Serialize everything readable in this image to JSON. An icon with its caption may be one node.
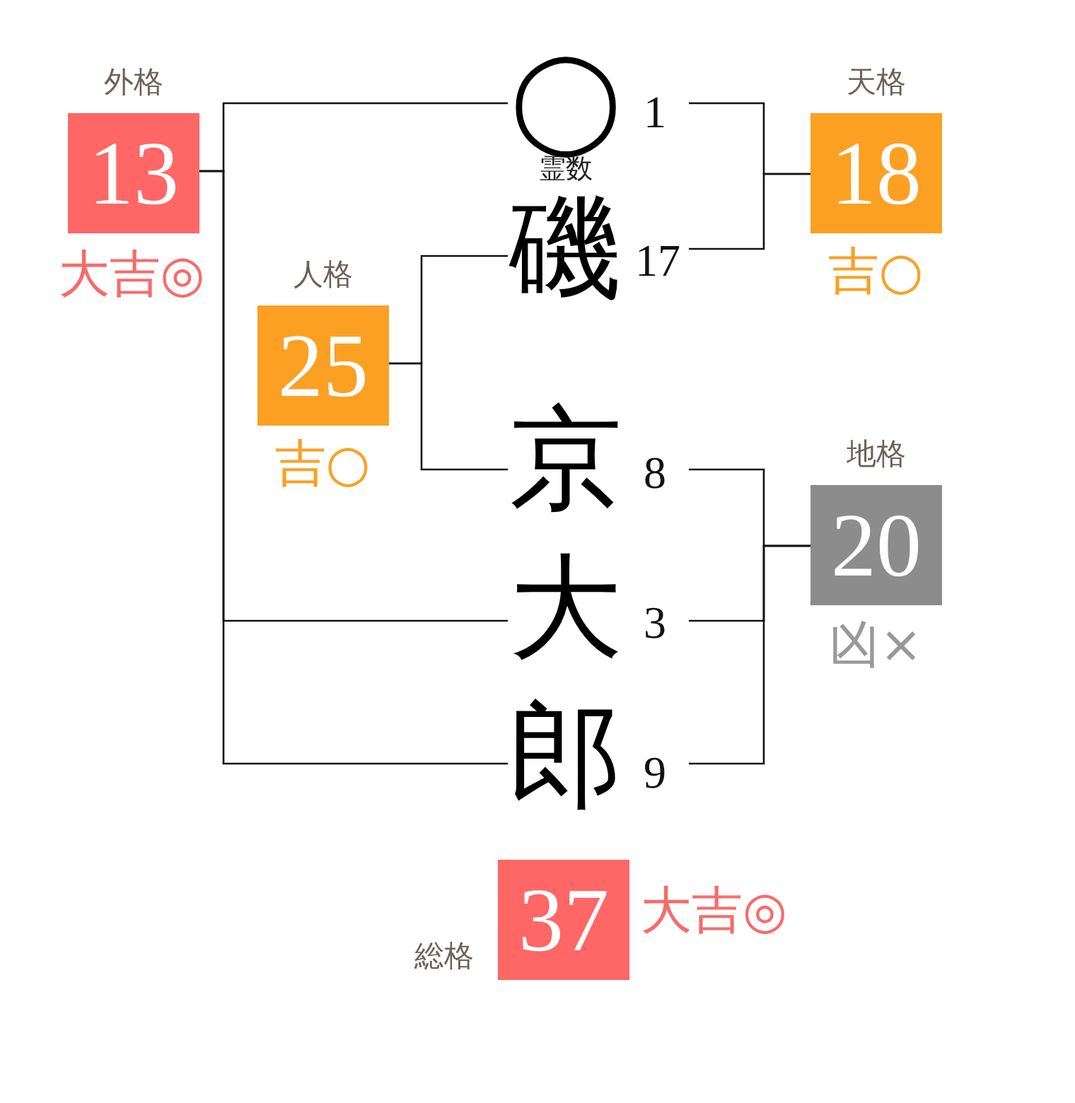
{
  "diagram": {
    "nodes": [
      {
        "text": [
          "外格",
          "13"
        ],
        "beside": [
          "大吉◎"
        ]
      },
      {
        "text": [
          "◯"
        ],
        "beside": [
          "1",
          "霊数"
        ]
      },
      {
        "text": [
          "天格",
          "18"
        ],
        "beside": [
          "吉○"
        ]
      },
      {
        "text": [
          "人格",
          "25"
        ],
        "beside": [
          "吉○"
        ]
      },
      {
        "text": [
          "磯"
        ],
        "beside": [
          "17"
        ]
      },
      {
        "text": [
          "京"
        ],
        "beside": [
          "8"
        ]
      },
      {
        "text": [
          "地格",
          "20"
        ],
        "beside": [
          "凶×"
        ]
      },
      {
        "text": [
          "大"
        ],
        "beside": [
          "3"
        ]
      },
      {
        "text": [
          "郎"
        ],
        "beside": [
          "9"
        ]
      },
      {
        "text": [
          "総格",
          "37"
        ],
        "beside": [
          "大吉◎"
        ]
      }
    ],
    "edges": [
      {
        "from": 1,
        "to": 2,
        "arrow": "none"
      },
      {
        "from": 4,
        "to": 2,
        "arrow": "none"
      },
      {
        "from": 4,
        "to": 3,
        "arrow": "none"
      },
      {
        "from": 5,
        "to": 3,
        "arrow": "none"
      },
      {
        "from": 5,
        "to": 6,
        "arrow": "none"
      },
      {
        "from": 7,
        "to": 6,
        "arrow": "none"
      },
      {
        "from": 8,
        "to": 6,
        "arrow": "none"
      },
      {
        "from": 1,
        "to": 0,
        "arrow": "none"
      },
      {
        "from": 7,
        "to": 0,
        "arrow": "none"
      },
      {
        "from": 8,
        "to": 0,
        "arrow": "none"
      }
    ]
  }
}
